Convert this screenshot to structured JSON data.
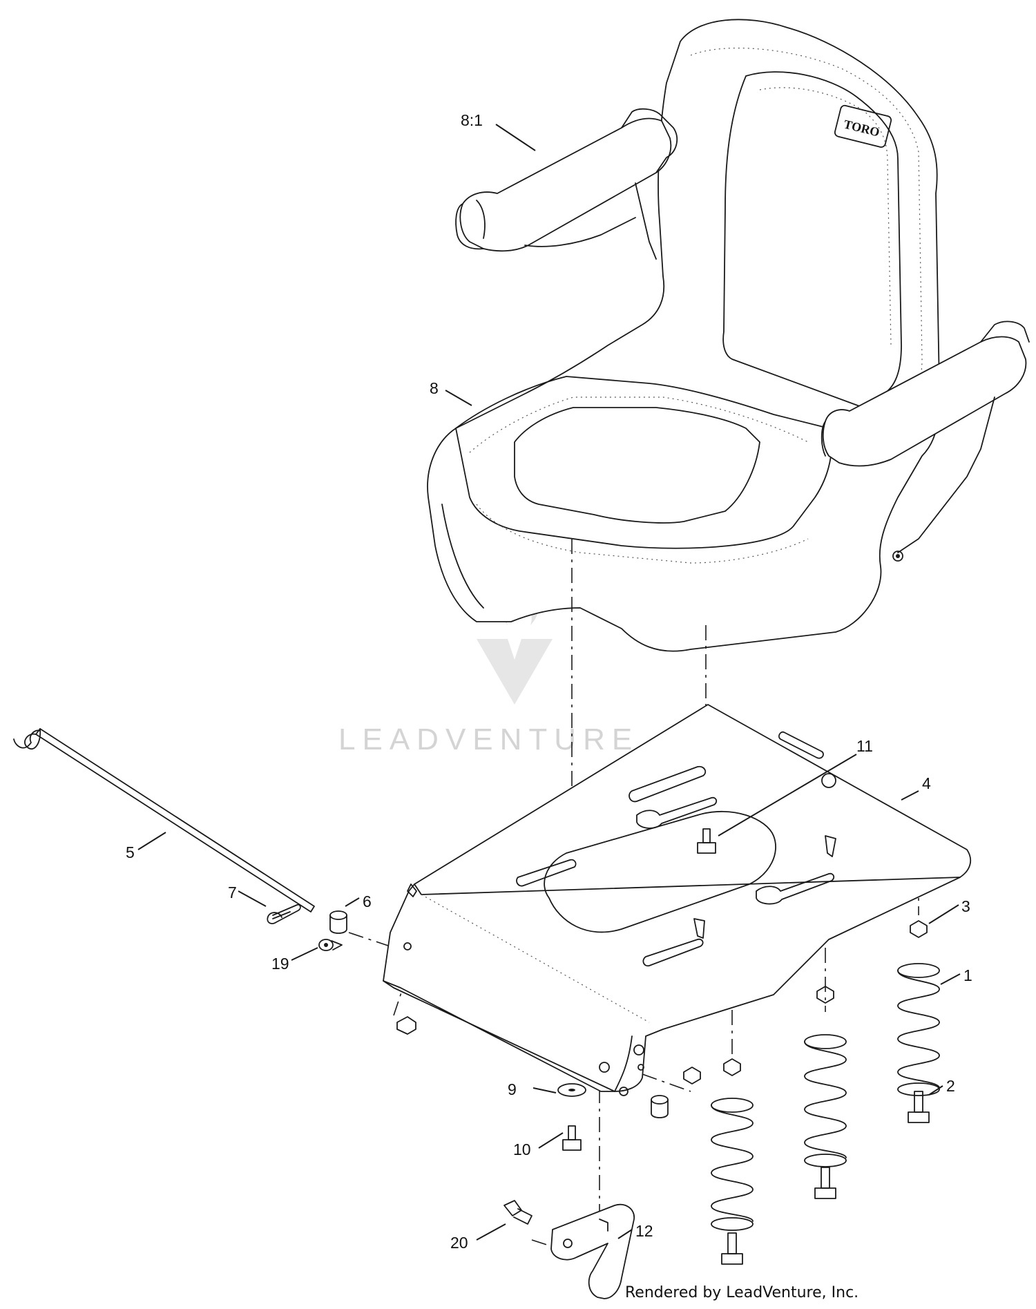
{
  "diagram": {
    "callouts": [
      {
        "id": "c-8-1",
        "label": "8:1"
      },
      {
        "id": "c-8",
        "label": "8"
      },
      {
        "id": "c-11",
        "label": "11"
      },
      {
        "id": "c-4",
        "label": "4"
      },
      {
        "id": "c-5",
        "label": "5"
      },
      {
        "id": "c-7",
        "label": "7"
      },
      {
        "id": "c-6",
        "label": "6"
      },
      {
        "id": "c-3",
        "label": "3"
      },
      {
        "id": "c-19",
        "label": "19"
      },
      {
        "id": "c-1",
        "label": "1"
      },
      {
        "id": "c-2",
        "label": "2"
      },
      {
        "id": "c-9",
        "label": "9"
      },
      {
        "id": "c-10",
        "label": "10"
      },
      {
        "id": "c-20",
        "label": "20"
      },
      {
        "id": "c-12",
        "label": "12"
      }
    ],
    "seat_logo": "TORO",
    "watermark": "LEADVENTURE",
    "credit": "Rendered by LeadVenture, Inc."
  }
}
